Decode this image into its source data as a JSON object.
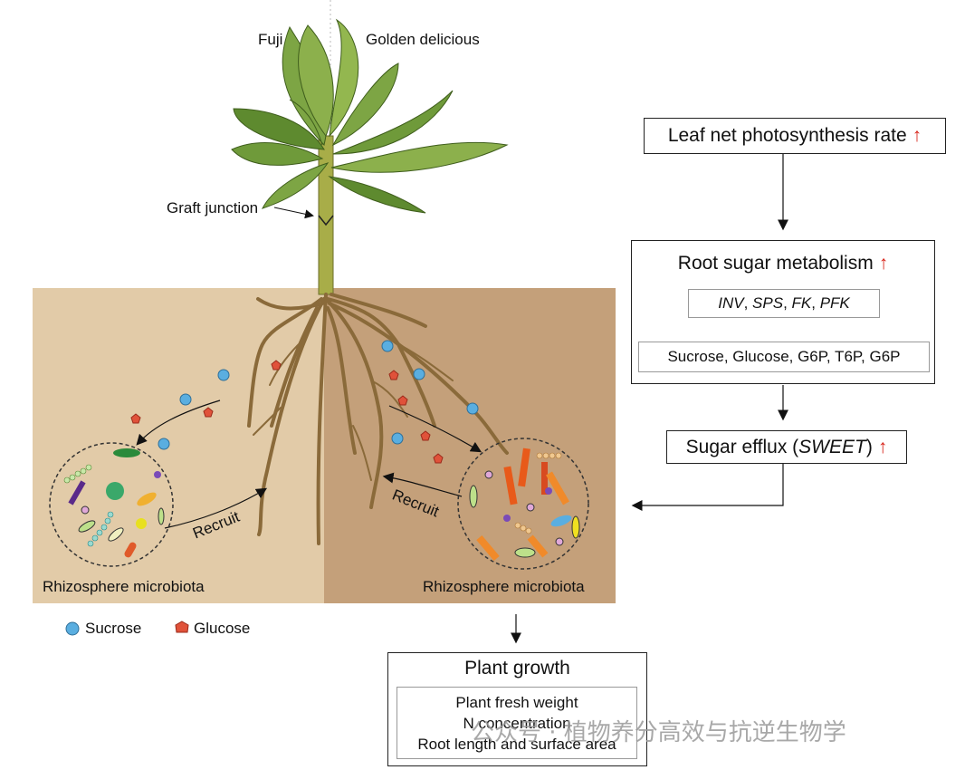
{
  "plant": {
    "scion_label": "Golden delicious",
    "rootstock_label": "Fuji",
    "graft_label": "Graft junction"
  },
  "soil": {
    "left_label": "Rhizosphere microbiota",
    "right_label": "Rhizosphere microbiota",
    "recruit_left": "Recruit",
    "recruit_right": "Recruit"
  },
  "legend": {
    "sucrose": "Sucrose",
    "glucose": "Glucose",
    "sucrose_color": "#5aaee0",
    "glucose_color": "#e0523a"
  },
  "pathway": {
    "photosynthesis": "Leaf net photosynthesis rate",
    "root_metabolism": "Root sugar metabolism",
    "genes": [
      "INV",
      "SPS",
      "FK",
      "PFK"
    ],
    "metabolites": "Sucrose, Glucose, G6P, T6P, G6P",
    "efflux_prefix": "Sugar efflux (",
    "efflux_gene": "SWEET",
    "efflux_suffix": ")",
    "up_arrow": "↑"
  },
  "growth": {
    "title": "Plant growth",
    "items": [
      "Plant fresh weight",
      "N concentration",
      "Root length and surface area"
    ]
  },
  "watermark": "公众号 · 植物养分高效与抗逆生物学",
  "colors": {
    "soil_left": "#e2cba8",
    "soil_right": "#c4a07a",
    "root": "#8a6a3a",
    "stem": "#a8ad48",
    "leaf": "#6f9a3a",
    "arrow_red": "#d8261c"
  }
}
